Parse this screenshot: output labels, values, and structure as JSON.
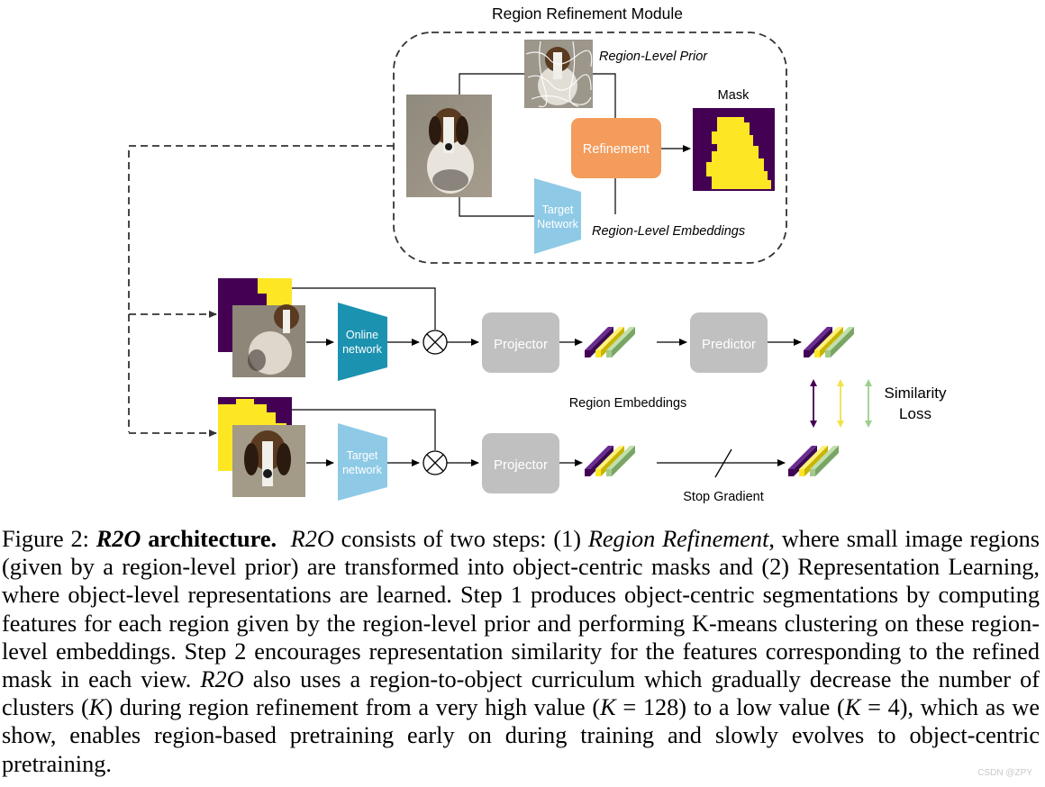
{
  "diagram": {
    "module_title": "Region Refinement Module",
    "region_level_prior": "Region-Level Prior",
    "mask_label": "Mask",
    "refinement": "Refinement",
    "target_network_top": [
      "Target",
      "Network"
    ],
    "region_level_embeddings": "Region-Level Embeddings",
    "online_network": [
      "Online",
      "network"
    ],
    "target_network_bottom": [
      "Target",
      "network"
    ],
    "projector": "Projector",
    "predictor": "Predictor",
    "region_embeddings": "Region Embeddings",
    "similarity_loss": [
      "Similarity",
      "Loss"
    ],
    "stop_gradient": "Stop Gradient",
    "colors": {
      "refinement": "#f39c5c",
      "online": "#1b92b0",
      "target": "#8ecae6",
      "projector": "#c0c0c0",
      "mask_bg": "#440154",
      "mask_fg": "#fde725",
      "emb_green": "#a2c98b"
    }
  },
  "caption": {
    "label": "Figure 2:",
    "title_italic": "R2O",
    "title_bold": "architecture.",
    "r2o": "R2O",
    "t1": "consists of two steps: (1)",
    "region_refinement": "Region Refinement",
    "t2": ", where small image regions (given by a region-level prior) are transformed into object-centric masks and (2) Representation Learning, where object-level representations are learned.  Step 1 produces object-centric segmentations by computing features for each region given by the region-level prior and performing K-means clustering on these region-level embeddings.  Step 2 encourages representation similarity for the features corresponding to the refined mask in each view.",
    "t3": "also uses a region-to-object curriculum which gradually decrease the number of clusters (",
    "K": "K",
    "t4": ") during region refinement from a very high value (",
    "t5": " = 128) to a low value (",
    "t6": " = 4), which as we show, enables region-based pretraining early on during training and slowly evolves to object-centric pretraining."
  },
  "watermark": "CSDN @ZPY"
}
